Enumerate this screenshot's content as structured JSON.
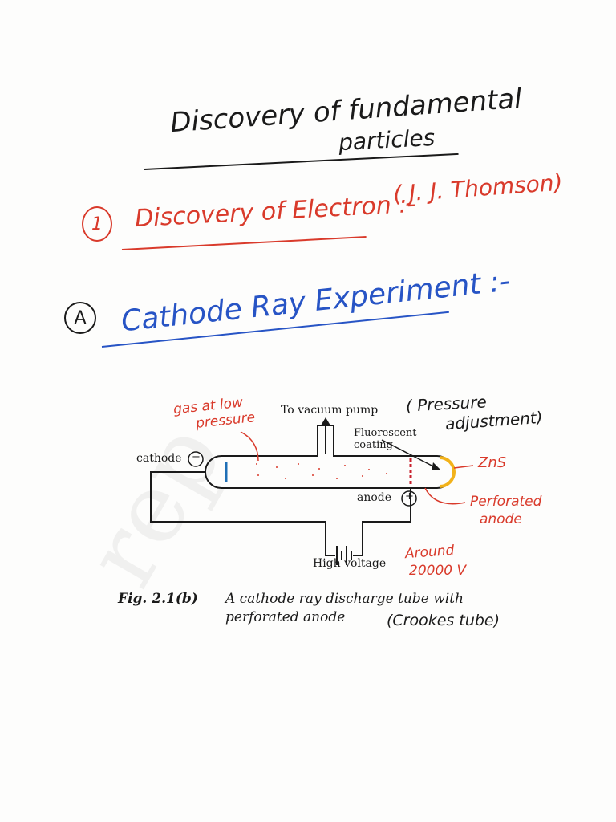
{
  "title_line1": "Discovery of fundamental",
  "title_line2": "particles",
  "section_number": "1",
  "section_heading": "Discovery of Electron :-",
  "section_attribution": "( J. J. Thomson)",
  "sub_letter": "A",
  "sub_heading": "Cathode Ray Experiment :-",
  "diagram": {
    "vacuum_label": "To vacuum pump",
    "fluorescent_label_1": "Fluorescent",
    "fluorescent_label_2": "coating",
    "cathode_label": "cathode",
    "anode_label": "anode",
    "voltage_label": "High voltage",
    "cathode_sign": "−",
    "anode_sign": "+"
  },
  "notes": {
    "gas_1": "gas at low",
    "gas_2": "pressure",
    "pressure_1": "( Pressure",
    "pressure_2": "adjustment)",
    "zns": "ZnS",
    "perforated_1": "Perforated",
    "perforated_2": "anode",
    "around_1": "Around",
    "around_2": "20000 V",
    "crookes": "(Crookes tube)"
  },
  "caption": {
    "fig": "Fig. 2.1(b)",
    "text_1": "A cathode ray discharge tube with",
    "text_2": "perforated anode"
  },
  "colors": {
    "red": "#d93a2b",
    "blue": "#2754c5",
    "ink": "#1a1a1a"
  }
}
